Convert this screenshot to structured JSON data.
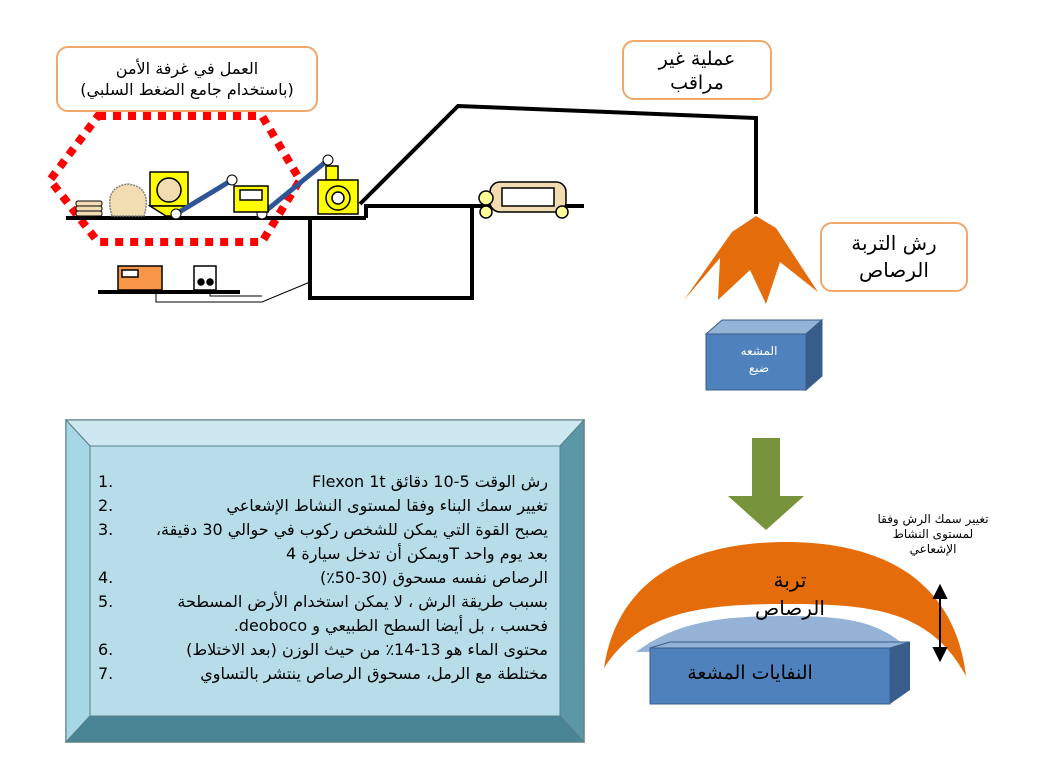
{
  "labels": {
    "safe_room": "العمل في غرفة الأمن\n(باستخدام جامع الضغط السلبي)",
    "unattended": "عملية غير\nمراقب",
    "spray_soil": "رش التربة\nالرصاص",
    "irradiated_cube": "المشعه\nضيع",
    "lead_soil": "تربة\nالرصاص",
    "irradiated_waste": "النفايات المشعة",
    "thickness_note": "تغيير سمك الرش وفقا\nلمستوى النشاط\nالإشعاعي"
  },
  "info_items": [
    {
      "num": "1.",
      "text": "رش الوقت 5-10 دقائق Flexon 1t"
    },
    {
      "num": "2.",
      "text": "تغيير سمك البناء وفقا لمستوى النشاط الإشعاعي"
    },
    {
      "num": "3.",
      "text": "يصبح القوة التي يمكن للشخص ركوب في حوالي 30 دقيقة،\nبعد يوم واحد Tويمكن أن تدخل سيارة 4"
    },
    {
      "num": "4.",
      "text": "الرصاص نفسه مسحوق (30-50٪)"
    },
    {
      "num": "5.",
      "text": "بسبب طريقة الرش ، لا يمكن استخدام الأرض المسطحة\nفحسب ، بل أيضا السطح الطبيعي و deoboco."
    },
    {
      "num": "6.",
      "text": "محتوى الماء هو 13-14٪ من حيث الوزن (بعد الاختلاط)"
    },
    {
      "num": "7.",
      "text": "مختلطة مع الرمل، مسحوق الرصاص ينتشر بالتساوي"
    }
  ],
  "colors": {
    "orange_border": "#f2a76a",
    "spray_orange": "#e46c0a",
    "cube_blue": "#4f81bd",
    "arrow_green": "#77933c",
    "panel_fill": "#b7dee8",
    "panel_border": "#5a7e86",
    "machine_yellow": "#ffff00",
    "belt_blue": "#2e5597",
    "dotted_red": "#ff0000"
  }
}
